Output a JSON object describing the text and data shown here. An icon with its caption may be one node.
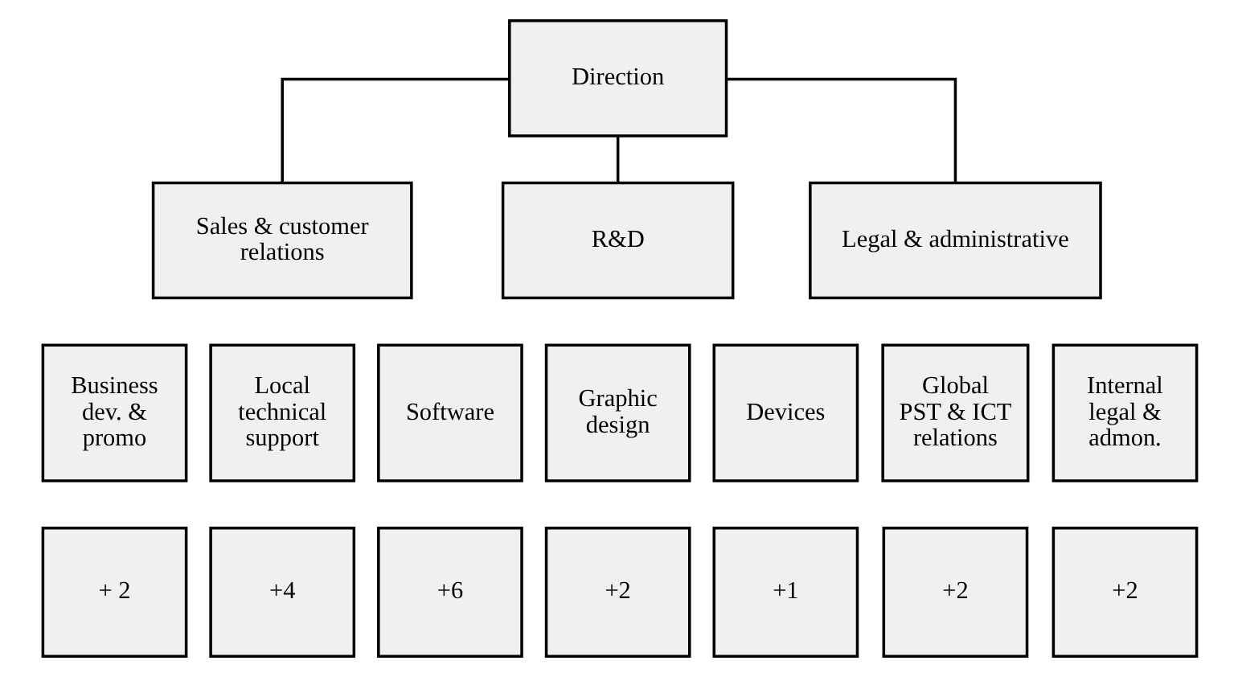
{
  "diagram": {
    "nodes": [
      {
        "text": [
          "Direction"
        ]
      },
      {
        "text": [
          "Sales & customer relations"
        ]
      },
      {
        "text": [
          "R&D"
        ]
      },
      {
        "text": [
          "Legal & administrative"
        ]
      },
      {
        "text": [
          "Business dev. & promo"
        ]
      },
      {
        "text": [
          "Local technical support"
        ]
      },
      {
        "text": [
          "Software"
        ]
      },
      {
        "text": [
          "Graphic design"
        ]
      },
      {
        "text": [
          "Devices"
        ]
      },
      {
        "text": [
          "Global PST & ICT relations"
        ]
      },
      {
        "text": [
          "Internal legal & admon."
        ]
      },
      {
        "text": [
          "+ 2"
        ]
      },
      {
        "text": [
          "+4"
        ]
      },
      {
        "text": [
          "+6"
        ]
      },
      {
        "text": [
          "+2"
        ]
      },
      {
        "text": [
          "+1"
        ]
      },
      {
        "text": [
          "+2"
        ]
      },
      {
        "text": [
          "+2"
        ]
      }
    ],
    "edges": [
      {
        "from": 0,
        "to": 1,
        "arrow": "none"
      },
      {
        "from": 0,
        "to": 2,
        "arrow": "none"
      },
      {
        "from": 0,
        "to": 3,
        "arrow": "none"
      }
    ]
  }
}
